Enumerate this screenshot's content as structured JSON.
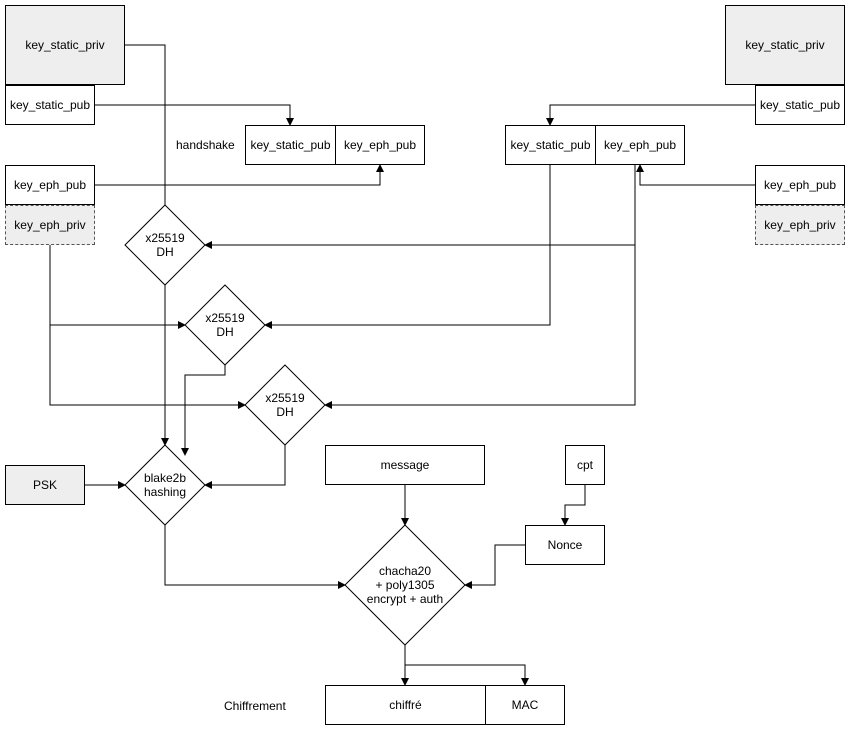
{
  "left": {
    "key_static_priv": "key_static_priv",
    "key_static_pub": "key_static_pub",
    "key_eph_pub": "key_eph_pub",
    "key_eph_priv": "key_eph_priv"
  },
  "right": {
    "key_static_priv": "key_static_priv",
    "key_static_pub": "key_static_pub",
    "key_eph_pub": "key_eph_pub",
    "key_eph_priv": "key_eph_priv"
  },
  "handshake": {
    "label": "handshake",
    "left_static_pub": "key_static_pub",
    "left_eph_pub": "key_eph_pub",
    "right_static_pub": "key_static_pub",
    "right_eph_pub": "key_eph_pub"
  },
  "dh": {
    "dh1": [
      "x25519",
      "DH"
    ],
    "dh2": [
      "x25519",
      "DH"
    ],
    "dh3": [
      "x25519",
      "DH"
    ]
  },
  "psk": "PSK",
  "hashing": [
    "blake2b",
    "hashing"
  ],
  "message": "message",
  "cpt": "cpt",
  "nonce": "Nonce",
  "aead": [
    "chacha20",
    "+ poly1305",
    "encrypt + auth"
  ],
  "output": {
    "label": "Chiffrement",
    "ciphertext": "chiffré",
    "mac": "MAC"
  },
  "colors": {
    "line": "#000000",
    "grey_fill": "#eeeeee",
    "dashed_border": "#555555"
  }
}
